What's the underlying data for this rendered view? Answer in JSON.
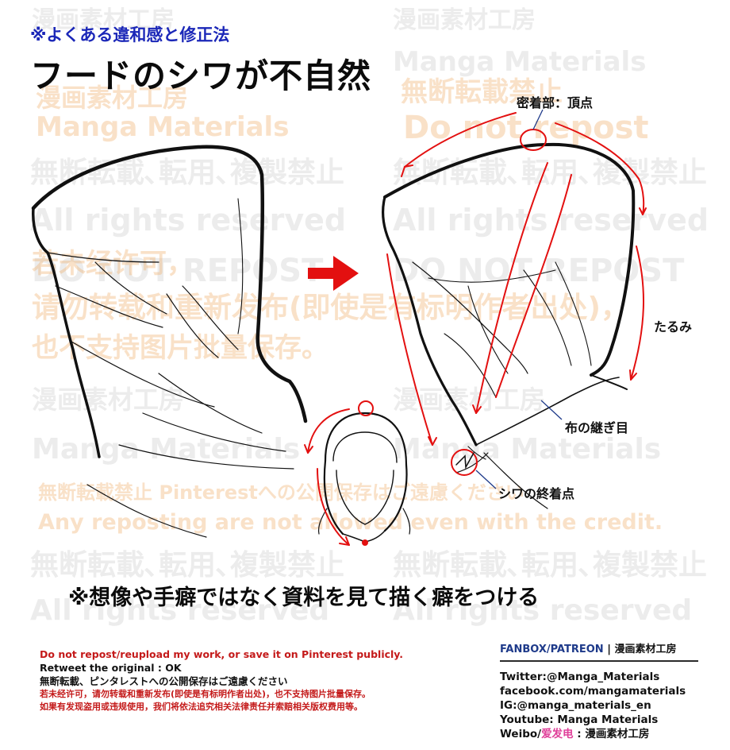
{
  "header": {
    "subtitle": "※よくある違和感と修正法",
    "title": "フードのシワが不自然"
  },
  "annotations": {
    "apex": "密着部：頂点",
    "slack": "たるみ",
    "seam": "布の継ぎ目",
    "fold_end": "シワの終着点"
  },
  "note": "※想像や手癖ではなく資料を見て描く癖をつける",
  "footer": {
    "line1": "Do not repost/reupload my work, or save it on Pinterest publicly.",
    "line2": "Retweet the original : OK",
    "line3": "無断転載、ピンタレストへの公開保存はご遠慮ください",
    "line4": "若未经许可，请勿转载和重新发布(即使是有标明作者出处)，也不支持图片批量保存。",
    "line5": "如果有发现盗用或违规使用，我们将依法追究相关法律责任并索赔相关版权费用等。"
  },
  "links": {
    "fanbox": "FANBOX/PATREON",
    "separator": "|",
    "studio": "漫画素材工房",
    "twitter": "Twitter:@Manga_Materials",
    "facebook": "facebook.com/mangamaterials",
    "instagram": "IG:@manga_materials_en",
    "youtube": "Youtube: Manga Materials",
    "weibo_prefix": "Weibo/",
    "weibo_accent": "爱发电",
    "weibo_suffix": " : 漫画素材工房"
  },
  "watermarks": {
    "studio": "漫画素材工房",
    "brand": "Manga Materials",
    "no_repost_jp": "無断転載禁止",
    "do_not_repost": "Do not repost",
    "no_repost_full": "無断転載､転用､複製禁止",
    "rights": "All rights reserved",
    "do_not_repost_caps": "DO NOT REPOST",
    "cn1": "若未经许可，",
    "cn2": "请勿转载和重新发布(即使是有标明作者出处)，",
    "cn3": "也不支持图片批量保存。",
    "pinterest": "無断転載禁止 Pinterestへの公開保存はご遠慮ください",
    "credit": "Any reposting are not allowed even with the credit."
  },
  "colors": {
    "subtitle_blue": "#1b27b8",
    "red_accent": "#e31010",
    "footer_red": "#c41a1a",
    "weibo_pink": "#e0409a"
  }
}
